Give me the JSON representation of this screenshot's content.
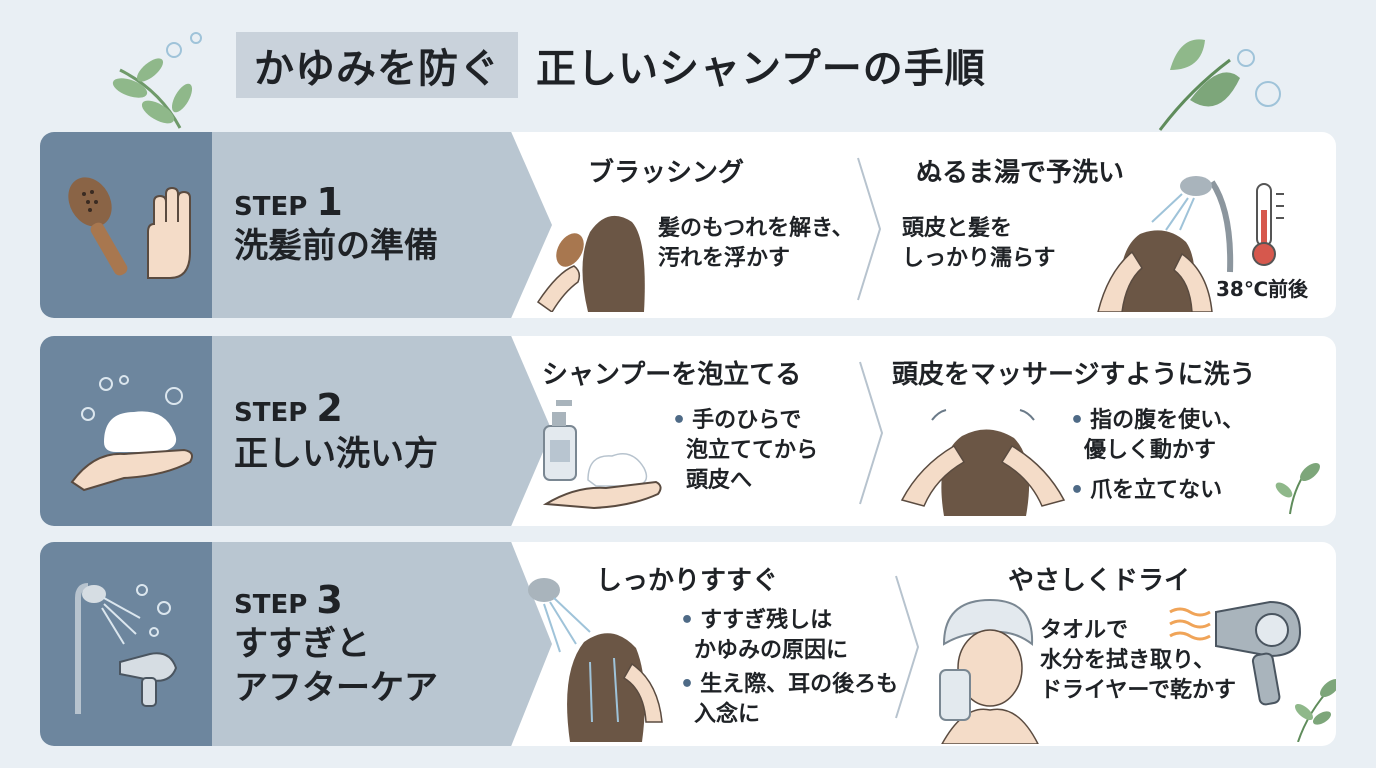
{
  "title": {
    "highlight": "かゆみを防ぐ",
    "main": "正しいシャンプーの手順"
  },
  "steps": [
    {
      "step_label": "STEP",
      "step_number": "1",
      "title_lines": [
        "洗髪前の準備"
      ],
      "icon": "brush-and-hand-icon",
      "actions": [
        {
          "title": "ブラッシング",
          "desc": [
            "髪のもつれを解き、",
            "汚れを浮かす"
          ]
        },
        {
          "title": "ぬるま湯で予洗い",
          "desc": [
            "頭皮と髪を",
            "しっかり濡らす"
          ],
          "badge": "38℃前後"
        }
      ]
    },
    {
      "step_label": "STEP",
      "step_number": "2",
      "title_lines": [
        "正しい洗い方"
      ],
      "icon": "foam-hand-icon",
      "actions": [
        {
          "title": "シャンプーを泡立てる",
          "desc": [
            "手のひらで",
            "泡立ててから",
            "頭皮へ"
          ]
        },
        {
          "title": "頭皮をマッサージすように洗う",
          "desc": [
            "指の腹を使い、",
            "優しく動かす",
            "爪を立てない"
          ]
        }
      ]
    },
    {
      "step_label": "STEP",
      "step_number": "3",
      "title_lines": [
        "すすぎと",
        "アフターケア"
      ],
      "icon": "shower-dryer-icon",
      "actions": [
        {
          "title": "しっかりすすぐ",
          "desc": [
            "すすぎ残しは",
            "かゆみの原因に",
            "生え際、耳の後ろも",
            "入念に"
          ]
        },
        {
          "title": "やさしくドライ",
          "desc": [
            "タオルで",
            "水分を拭き取り、",
            "ドライヤーで乾かす"
          ]
        }
      ]
    }
  ],
  "colors": {
    "bg": "#e9eff4",
    "icon_col": "#6d869e",
    "label_col": "#b9c6d1",
    "accent_leaf": "#7da67a",
    "title_highlight": "#c9d2db"
  }
}
